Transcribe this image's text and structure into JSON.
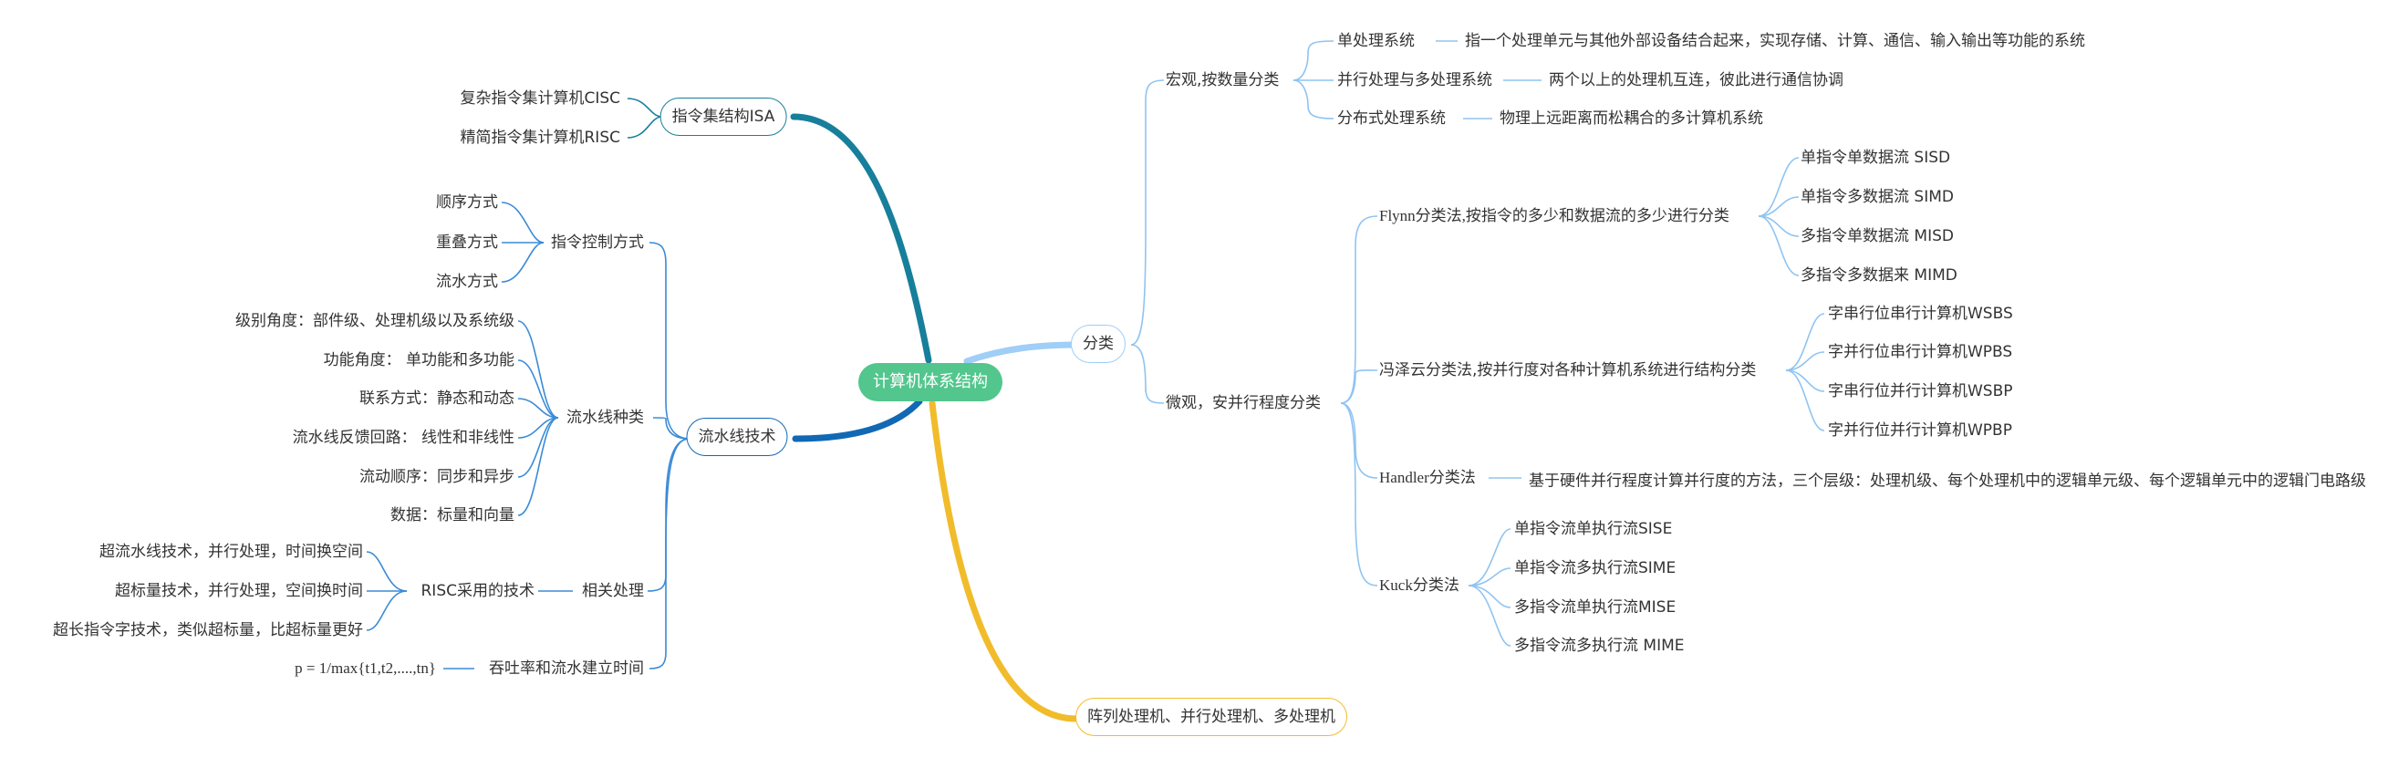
{
  "colors": {
    "root": "#52c68d",
    "isa_branch": "#177f9b",
    "pipeline_branch": "#1168b5",
    "classify_branch": "#9fcef7",
    "array_branch": "#f1bc2b",
    "pipeline_lines": "#3a8bd6",
    "classify_lines": "#8fc4f2"
  },
  "root": "计算机体系结构",
  "isa": {
    "title": "指令集结构ISA",
    "items": [
      "复杂指令集计算机CISC",
      "精简指令集计算机RISC"
    ]
  },
  "pipeline": {
    "title": "流水线技术",
    "control": {
      "title": "指令控制方式",
      "items": [
        "顺序方式",
        "重叠方式",
        "流水方式"
      ]
    },
    "types": {
      "title": "流水线种类",
      "items": [
        "级别角度：部件级、处理机级以及系统级",
        "功能角度： 单功能和多功能",
        "联系方式：静态和动态",
        "流水线反馈回路： 线性和非线性",
        "流动顺序：同步和异步",
        "数据：标量和向量"
      ]
    },
    "related": {
      "title": "相关处理",
      "risc": {
        "title": "RISC采用的技术",
        "items": [
          "超流水线技术，并行处理，时间换空间",
          "超标量技术，并行处理，空间换时间",
          "超长指令字技术，类似超标量，比超标量更好"
        ]
      }
    },
    "throughput": {
      "title": "吞吐率和流水建立时间",
      "formula": "p = 1/max{t1,t2,....,tn}"
    }
  },
  "classify": {
    "title": "分类",
    "macro": {
      "title": "宏观,按数量分类",
      "items": [
        {
          "label": "单处理系统",
          "desc": "指一个处理单元与其他外部设备结合起来，实现存储、计算、通信、输入输出等功能的系统"
        },
        {
          "label": "并行处理与多处理系统",
          "desc": "两个以上的处理机互连，彼此进行通信协调"
        },
        {
          "label": "分布式处理系统",
          "desc": "物理上远距离而松耦合的多计算机系统"
        }
      ]
    },
    "micro": {
      "title": "微观，安并行程度分类",
      "flynn": {
        "title": "Flynn分类法,按指令的多少和数据流的多少进行分类",
        "items": [
          "单指令单数据流 SISD",
          "单指令多数据流 SIMD",
          "多指令单数据流 MISD",
          "多指令多数据来 MIMD"
        ]
      },
      "feng": {
        "title": "冯泽云分类法,按并行度对各种计算机系统进行结构分类",
        "items": [
          "字串行位串行计算机WSBS",
          "字并行位串行计算机WPBS",
          "字串行位并行计算机WSBP",
          "字并行位并行计算机WPBP"
        ]
      },
      "handler": {
        "title": "Handler分类法",
        "desc": "基于硬件并行程度计算并行度的方法，三个层级：处理机级、每个处理机中的逻辑单元级、每个逻辑单元中的逻辑门电路级"
      },
      "kuck": {
        "title": "Kuck分类法",
        "items": [
          "单指令流单执行流SISE",
          "单指令流多执行流SIME",
          "多指令流单执行流MISE",
          "多指令流多执行流 MIME"
        ]
      }
    }
  },
  "array": {
    "title": "阵列处理机、并行处理机、多处理机"
  }
}
